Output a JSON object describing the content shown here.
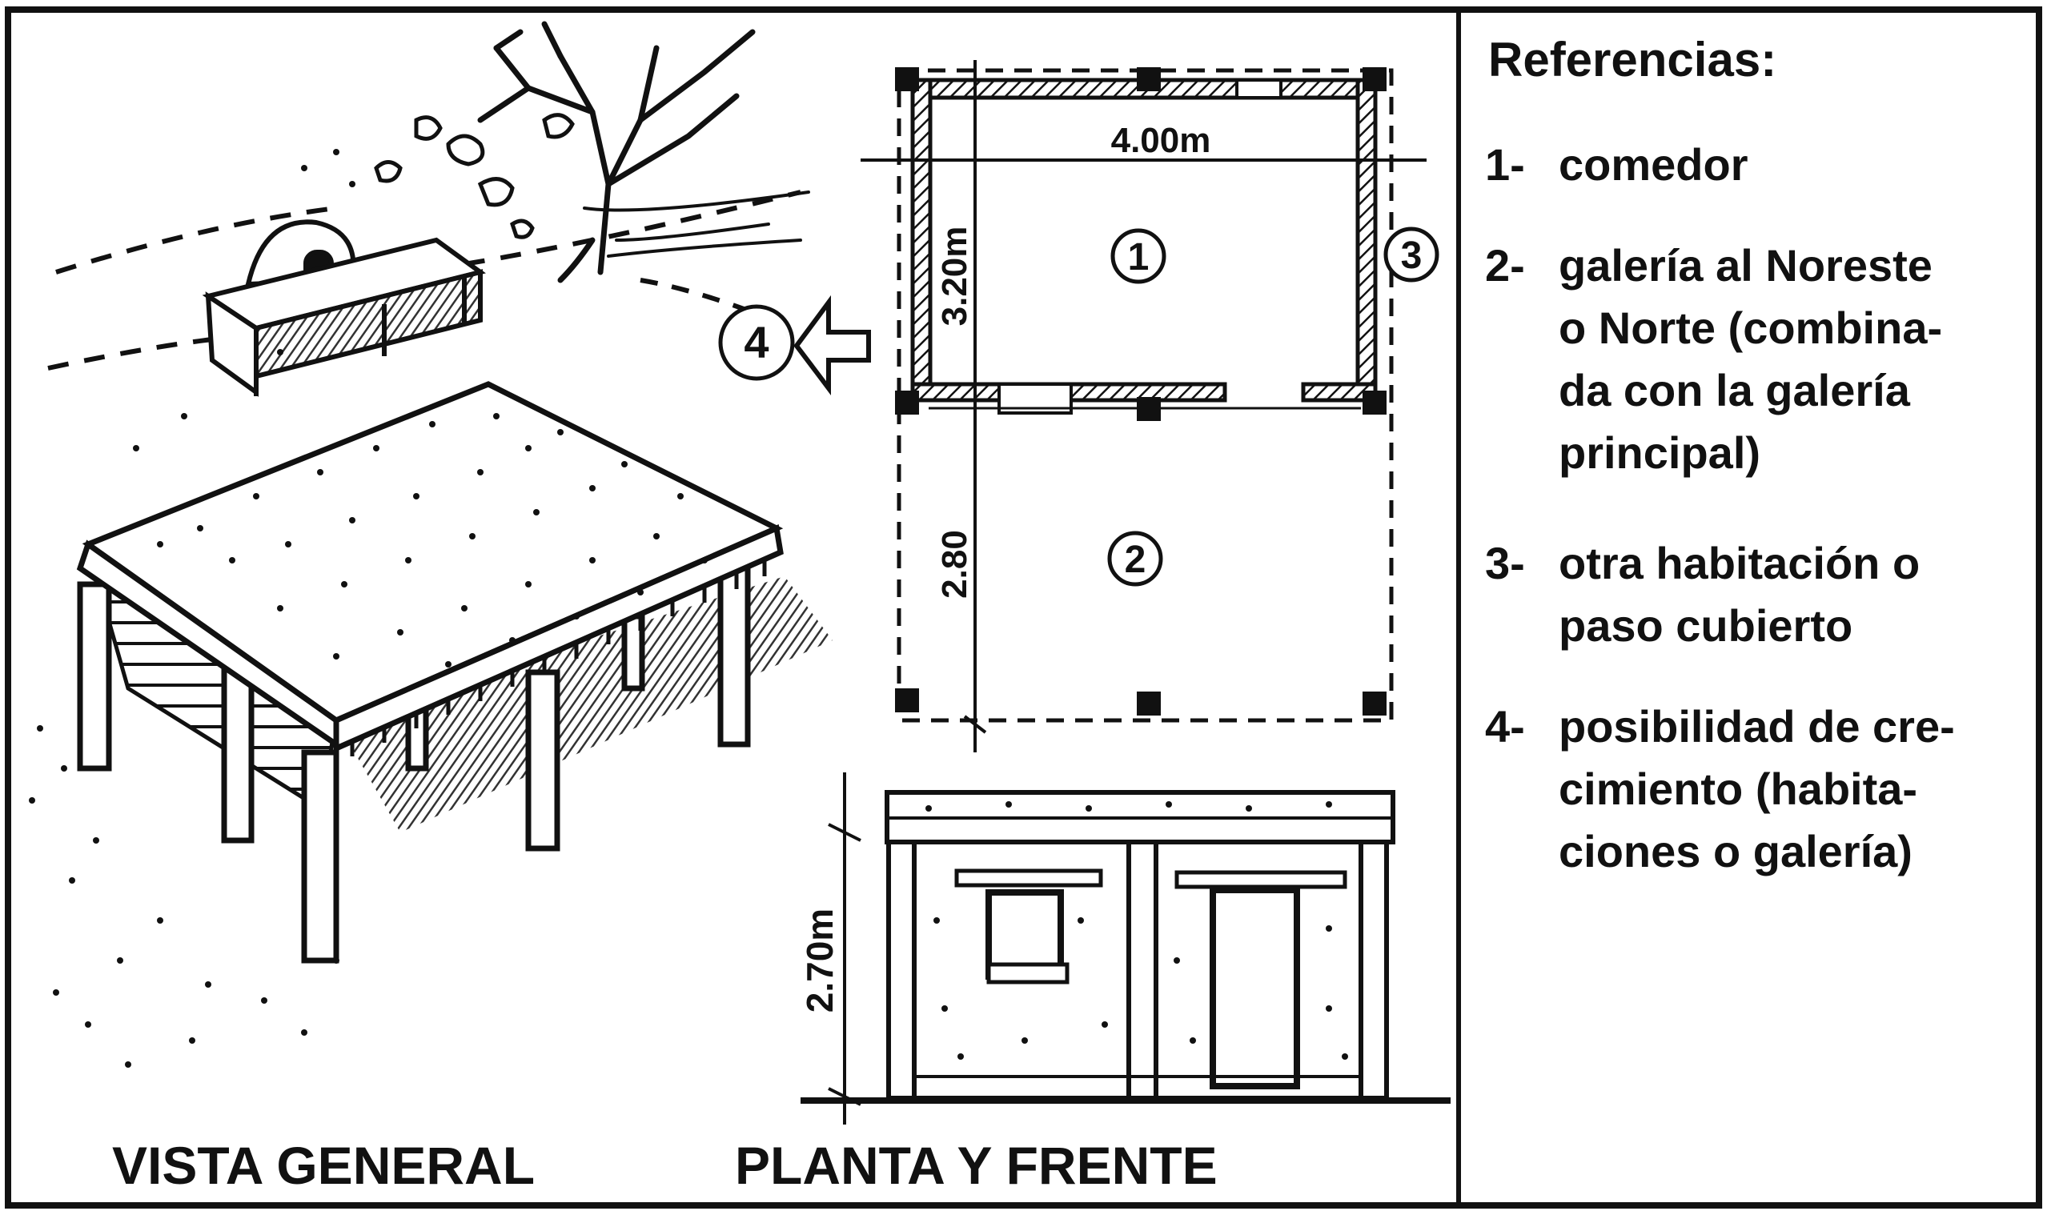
{
  "references": {
    "title": "Referencias:",
    "items": [
      {
        "num": "1-",
        "lines": [
          "comedor"
        ]
      },
      {
        "num": "2-",
        "lines": [
          "galería al Noreste",
          "o Norte (combina-",
          "da con la galería",
          "principal)"
        ]
      },
      {
        "num": "3-",
        "lines": [
          "otra habitación o",
          "paso cubierto"
        ]
      },
      {
        "num": "4-",
        "lines": [
          "posibilidad de cre-",
          "cimiento (habita-",
          "ciones o galería)"
        ]
      }
    ]
  },
  "captions": {
    "general_view": "VISTA GENERAL",
    "plan_and_front": "PLANTA Y FRENTE"
  },
  "plan": {
    "width_dim": "4.00m",
    "room_depth_dim": "3.20m",
    "gallery_depth_dim": "2.80",
    "height_dim": "2.70m",
    "markers": [
      "1",
      "2",
      "3",
      "4"
    ]
  },
  "colors": {
    "ink": "#111111",
    "paper": "#ffffff",
    "shadow": "#555555"
  }
}
